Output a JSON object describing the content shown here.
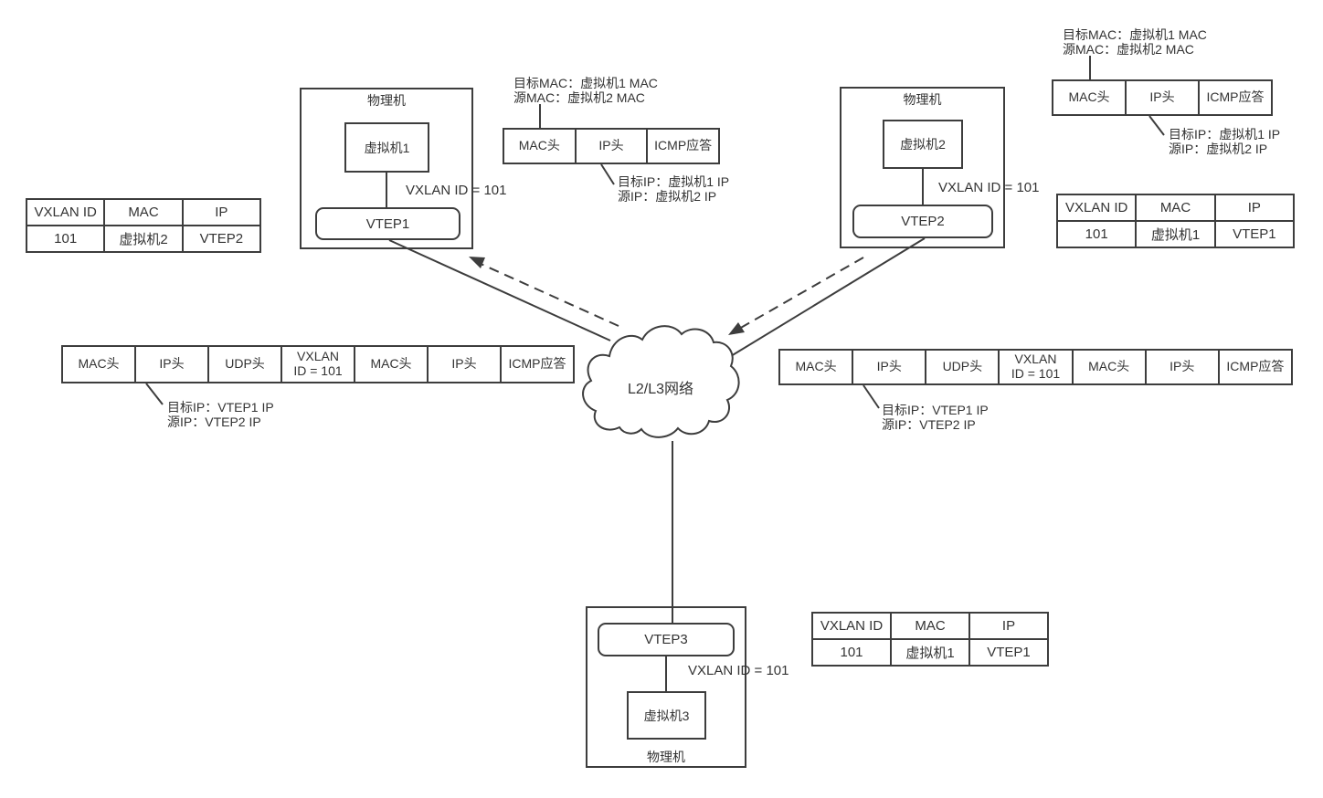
{
  "hosts": [
    {
      "title": "物理机",
      "vm": "虚拟机1",
      "vtep": "VTEP1",
      "vxlan": "VXLAN ID = 101"
    },
    {
      "title": "物理机",
      "vm": "虚拟机2",
      "vtep": "VTEP2",
      "vxlan": "VXLAN ID = 101"
    },
    {
      "title": "物理机",
      "vm": "虚拟机3",
      "vtep": "VTEP3",
      "vxlan": "VXLAN ID = 101"
    }
  ],
  "cloud": {
    "label": "L2/L3网络"
  },
  "mapping_tables": [
    {
      "headers": [
        "VXLAN ID",
        "MAC",
        "IP"
      ],
      "row": [
        "101",
        "虚拟机2",
        "VTEP2"
      ]
    },
    {
      "headers": [
        "VXLAN ID",
        "MAC",
        "IP"
      ],
      "row": [
        "101",
        "虚拟机1",
        "VTEP1"
      ]
    },
    {
      "headers": [
        "VXLAN ID",
        "MAC",
        "IP"
      ],
      "row": [
        "101",
        "虚拟机1",
        "VTEP1"
      ]
    }
  ],
  "packets": [
    {
      "cells": [
        "MAC头",
        "IP头",
        "ICMP应答"
      ]
    },
    {
      "cells": [
        "MAC头",
        "IP头",
        "ICMP应答"
      ]
    },
    {
      "cells": [
        "MAC头",
        "IP头",
        "UDP头",
        "VXLAN\nID = 101",
        "MAC头",
        "IP头",
        "ICMP应答"
      ]
    },
    {
      "cells": [
        "MAC头",
        "IP头",
        "UDP头",
        "VXLAN\nID = 101",
        "MAC头",
        "IP头",
        "ICMP应答"
      ]
    }
  ],
  "annotations": [
    {
      "lines": [
        "目标MAC：虚拟机1 MAC",
        "源MAC：虚拟机2 MAC"
      ]
    },
    {
      "lines": [
        "目标IP：虚拟机1 IP",
        "源IP：虚拟机2 IP"
      ]
    },
    {
      "lines": [
        "目标MAC：虚拟机1 MAC",
        "源MAC：虚拟机2 MAC"
      ]
    },
    {
      "lines": [
        "目标IP：虚拟机1 IP",
        "源IP：虚拟机2 IP"
      ]
    },
    {
      "lines": [
        "目标IP：VTEP1 IP",
        "源IP：VTEP2 IP"
      ]
    },
    {
      "lines": [
        "目标IP：VTEP1 IP",
        "源IP：VTEP2 IP"
      ]
    }
  ],
  "colors": {
    "line": "#3d3d3d",
    "text": "#333333"
  }
}
